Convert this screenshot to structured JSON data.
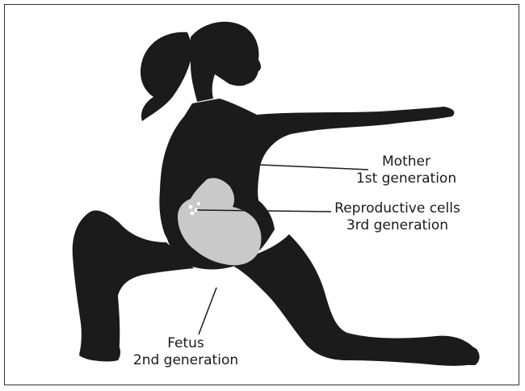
{
  "labels": {
    "mother": {
      "line1": "Mother",
      "line2": "1st generation"
    },
    "reproductive_cells": {
      "line1": "Reproductive cells",
      "line2": "3rd generation"
    },
    "fetus": {
      "line1": "Fetus",
      "line2": "2nd generation"
    }
  },
  "colors": {
    "silhouette": "#1b1b1b",
    "fetus": "#c9c9c9",
    "cells": "#ffffff",
    "text": "#1a1a1a",
    "frame": "#333333"
  }
}
